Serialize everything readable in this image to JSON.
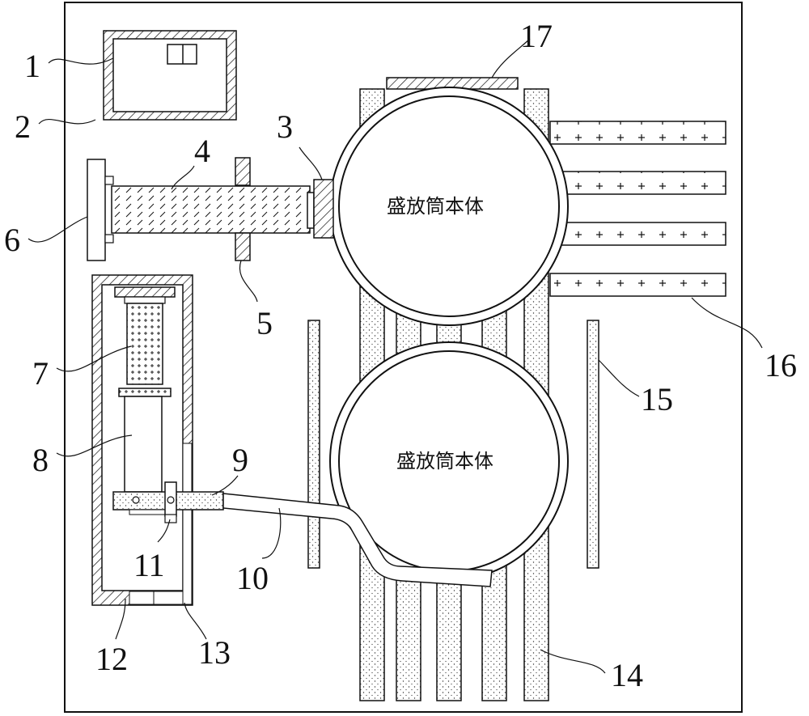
{
  "diagram": {
    "container_label_top": "盛放筒本体",
    "container_label_bottom": "盛放筒本体",
    "part_numbers": [
      "1",
      "2",
      "3",
      "4",
      "5",
      "6",
      "7",
      "8",
      "9",
      "10",
      "11",
      "12",
      "13",
      "14",
      "15",
      "16",
      "17"
    ]
  }
}
